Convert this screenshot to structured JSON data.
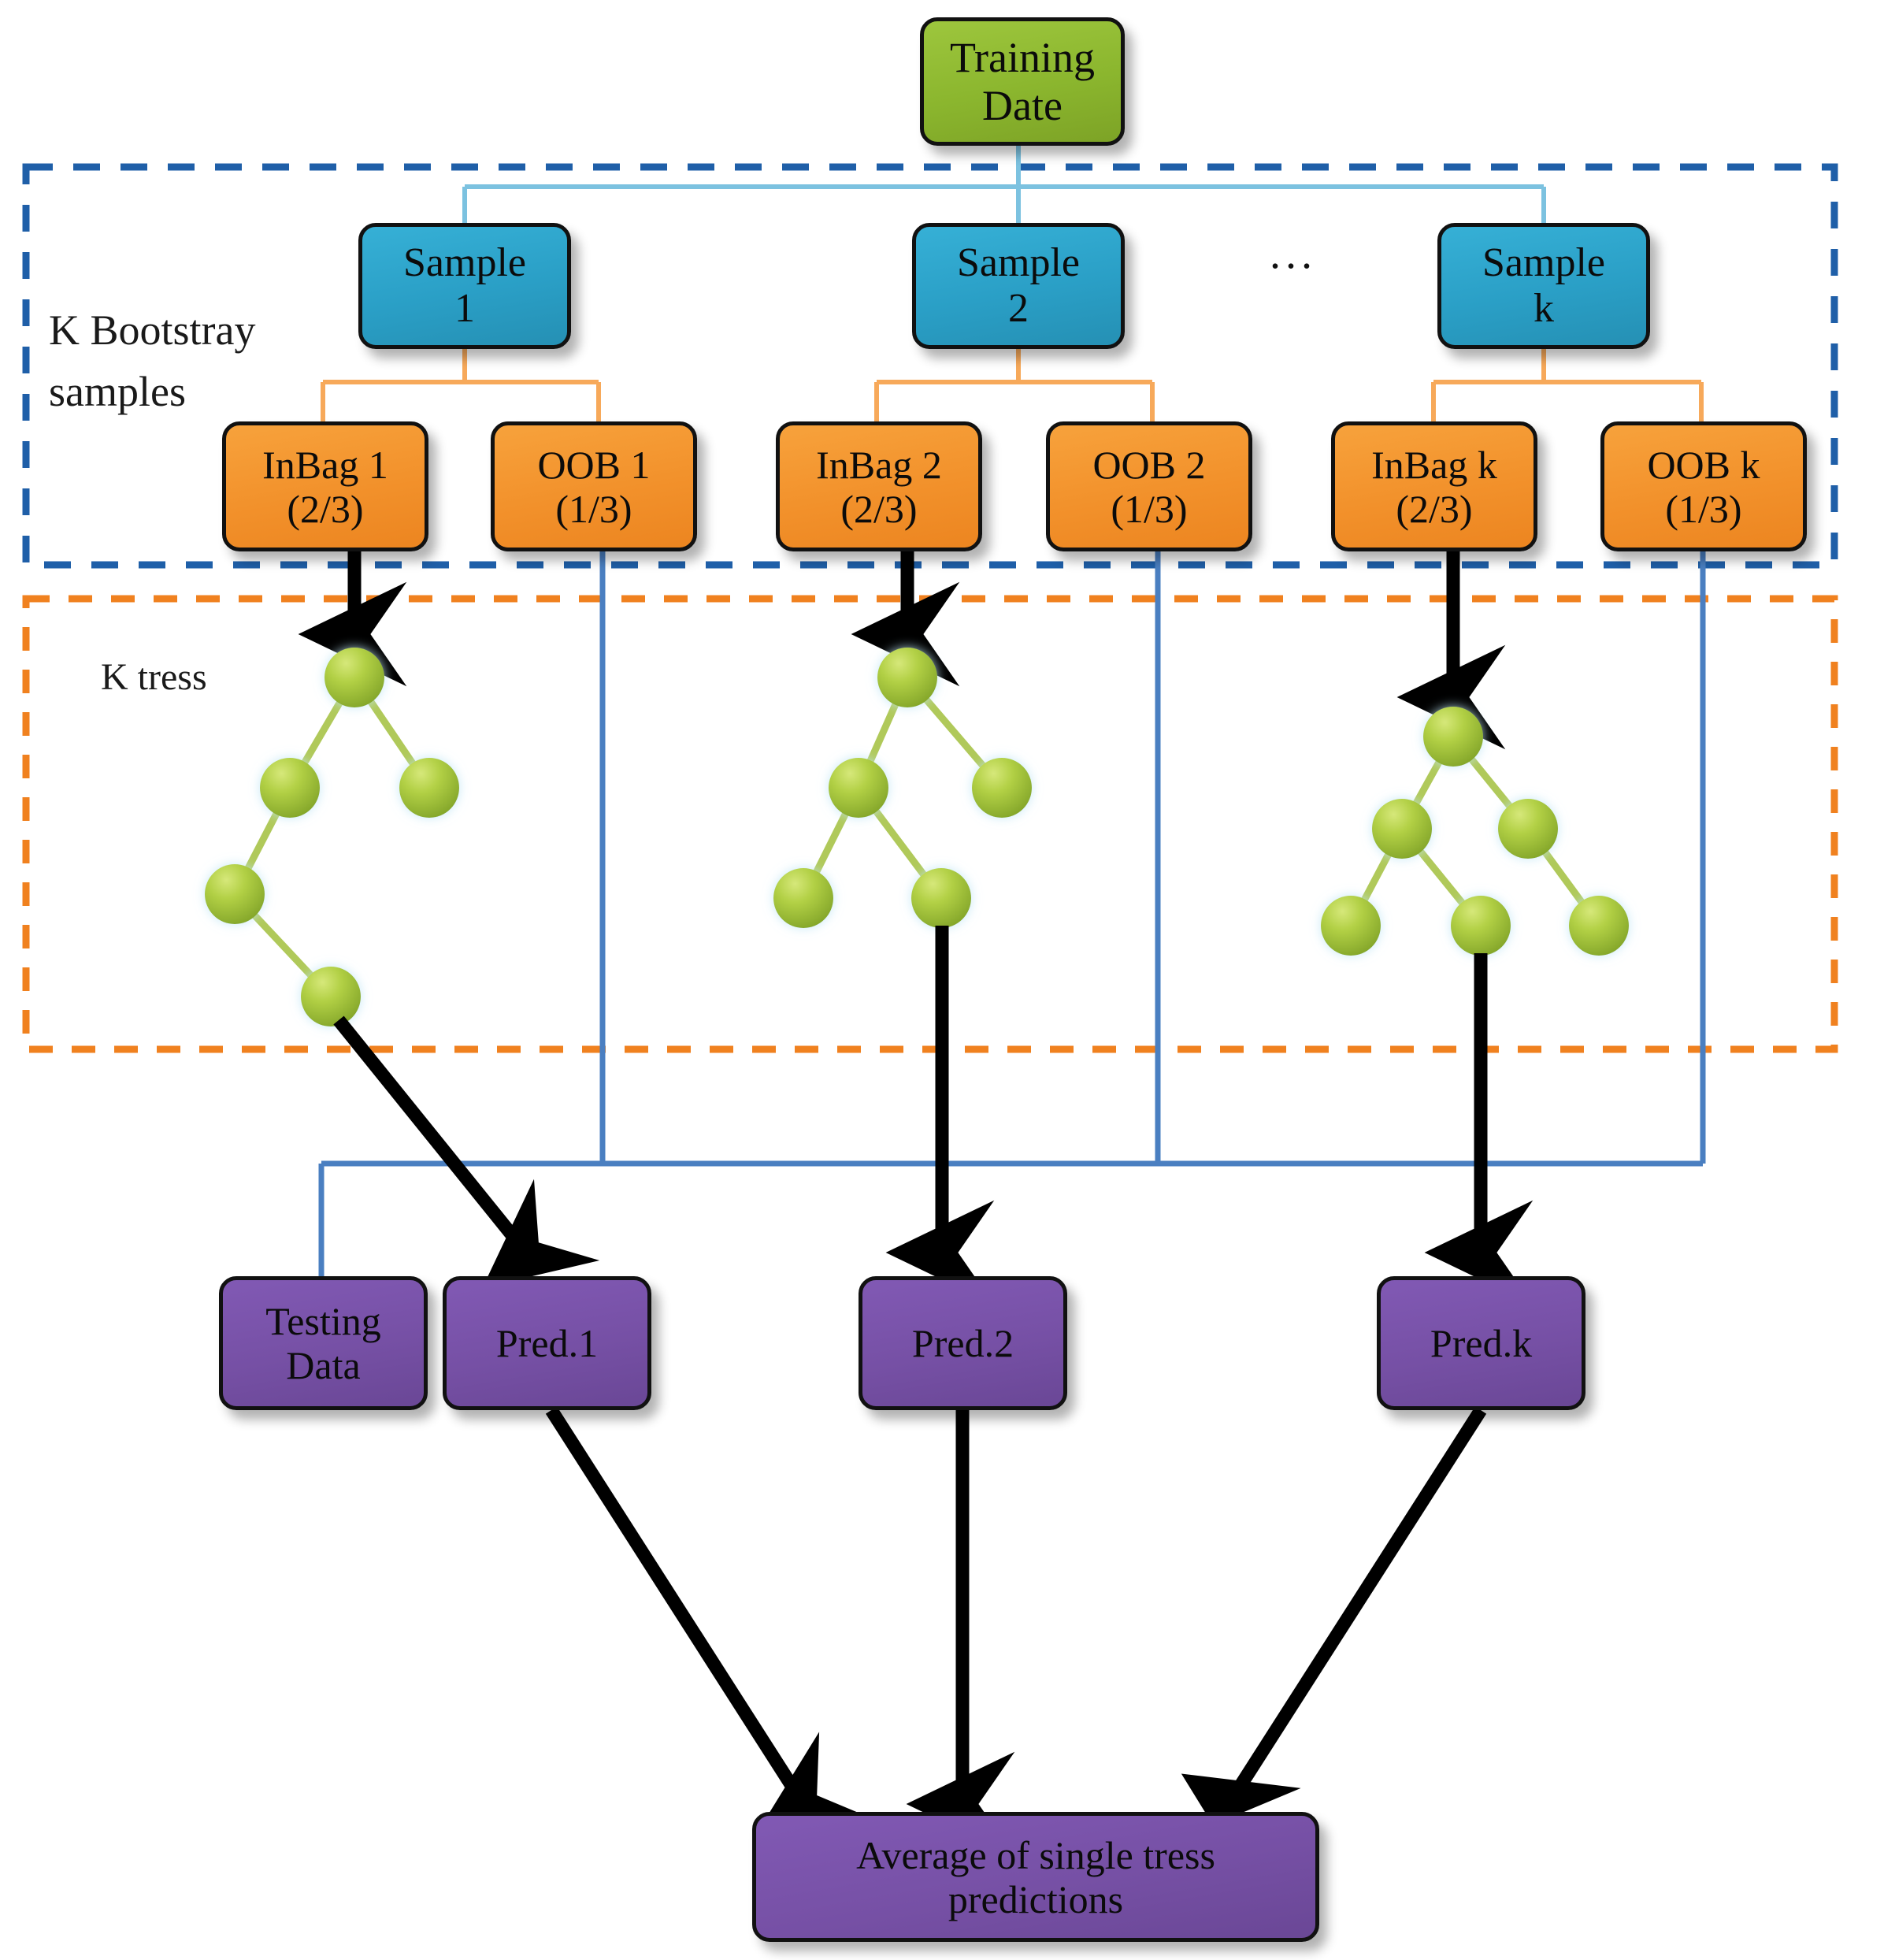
{
  "diagram": {
    "title_box": {
      "label": "Training\nDate",
      "color": "#8bb62e"
    },
    "group_labels": {
      "bootstrap": "K Bootstray\nsamples",
      "trees": "K tress"
    },
    "ellipsis": "...",
    "samples": [
      {
        "label": "Sample\n1",
        "color": "#2a9fc6"
      },
      {
        "label": "Sample\n2",
        "color": "#2a9fc6"
      },
      {
        "label": "Sample\nk",
        "color": "#2a9fc6"
      }
    ],
    "partitions": [
      {
        "label": "InBag  1\n(2/3)",
        "color": "#f2912b"
      },
      {
        "label": "OOB 1\n(1/3)",
        "color": "#f2912b"
      },
      {
        "label": "InBag  2\n(2/3)",
        "color": "#f2912b"
      },
      {
        "label": "OOB 2\n(1/3)",
        "color": "#f2912b"
      },
      {
        "label": "InBag  k\n(2/3)",
        "color": "#f2912b"
      },
      {
        "label": "OOB k\n(1/3)",
        "color": "#f2912b"
      }
    ],
    "predictions": [
      {
        "label": "Pred.1",
        "color": "#7650a5"
      },
      {
        "label": "Pred.2",
        "color": "#7650a5"
      },
      {
        "label": "Pred.k",
        "color": "#7650a5"
      }
    ],
    "testing_box": {
      "label": "Testing\nData",
      "color": "#7650a5"
    },
    "result_box": {
      "label": "Average of single  tress\npredictions",
      "color": "#7650a5"
    },
    "borders": {
      "bootstrap_dashed": "#1f5fa8",
      "trees_dashed": "#f0811f"
    },
    "connectors": {
      "training_to_samples": "#7cc2e0",
      "sample_to_partitions": "#f7a95a",
      "oob_to_testing": "#4a7fc1",
      "flow_arrow": "#000000"
    },
    "tree_node_color": "#a5c83c",
    "tree_edge_color": "#b0c95a"
  }
}
